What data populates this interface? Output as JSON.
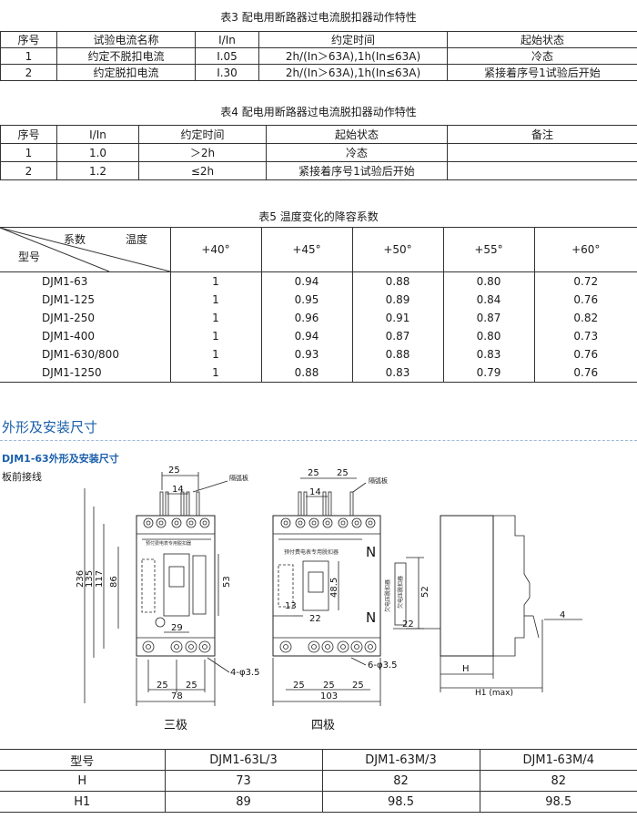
{
  "table3": {
    "caption": "表3 配电用断路器过电流脱扣器动作特性",
    "headers": [
      "序号",
      "试验电流名称",
      "I/In",
      "约定时间",
      "起始状态"
    ],
    "rows": [
      [
        "1",
        "约定不脱扣电流",
        "I.05",
        "2h/(In＞63A),1h(In≤63A)",
        "冷态"
      ],
      [
        "2",
        "约定脱扣电流",
        "I.30",
        "2h/(In＞63A),1h(In≤63A)",
        "紧接着序号1试验后开始"
      ]
    ]
  },
  "table4": {
    "caption": "表4 配电用断路器过电流脱扣器动作特性",
    "headers": [
      "序号",
      "I/In",
      "约定时间",
      "起始状态",
      "备注"
    ],
    "rows": [
      [
        "1",
        "1.0",
        "＞2h",
        "冷态",
        ""
      ],
      [
        "2",
        "1.2",
        "≤2h",
        "紧接着序号1试验后开始",
        ""
      ]
    ]
  },
  "table5": {
    "caption": "表5 温度变化的降容系数",
    "corner": {
      "coef": "系数",
      "temp": "温度",
      "model": "型号"
    },
    "headers": [
      "+40°",
      "+45°",
      "+50°",
      "+55°",
      "+60°"
    ],
    "rows": [
      [
        "DJM1-63",
        "1",
        "0.94",
        "0.88",
        "0.80",
        "0.72"
      ],
      [
        "DJM1-125",
        "1",
        "0.95",
        "0.89",
        "0.84",
        "0.76"
      ],
      [
        "DJM1-250",
        "1",
        "0.96",
        "0.91",
        "0.87",
        "0.82"
      ],
      [
        "DJM1-400",
        "1",
        "0.94",
        "0.87",
        "0.80",
        "0.73"
      ],
      [
        "DJM1-630/800",
        "1",
        "0.93",
        "0.88",
        "0.83",
        "0.76"
      ],
      [
        "DJM1-1250",
        "1",
        "0.88",
        "0.83",
        "0.79",
        "0.76"
      ]
    ]
  },
  "section": {
    "title": "外形及安装尺寸",
    "subtitle": "DJM1-63外形及安装尺寸",
    "wiring": "板前接线"
  },
  "drawing": {
    "three_pole": {
      "label": "三极",
      "dims": {
        "top_pitch": "25",
        "inner": "14",
        "height_total": "236",
        "h135": "135",
        "h117": "117",
        "h86": "86",
        "h53": "53",
        "w29": "29",
        "bot25a": "25",
        "bot25b": "25",
        "width": "78",
        "hole": "4-φ3.5"
      },
      "barrier": "隔弧板",
      "nameplate": "预付费电表专用脱扣器"
    },
    "four_pole": {
      "label": "四极",
      "dims": {
        "top25a": "25",
        "top25b": "25",
        "inner": "14",
        "w13": "13",
        "w22": "22",
        "h48": "48.5",
        "bot25a": "25",
        "bot25b": "25",
        "bot25c": "25",
        "width": "103",
        "hole": "6-φ3.5"
      },
      "n_top": "N",
      "n_bot": "N",
      "barrier": "隔弧板",
      "nameplate": "预付费电表专用脱扣器",
      "side_label": "欠电压脱扣器"
    },
    "side_view": {
      "h52": "52",
      "w22": "22",
      "w4": "4",
      "H": "H",
      "H1": "H1 (max)",
      "side_label": "欠电压脱扣器"
    }
  },
  "dims_table": {
    "headers": [
      "型号",
      "DJM1-63L/3",
      "DJM1-63M/3",
      "DJM1-63M/4"
    ],
    "rows": [
      [
        "H",
        "73",
        "82",
        "82"
      ],
      [
        "H1",
        "89",
        "98.5",
        "98.5"
      ]
    ]
  }
}
